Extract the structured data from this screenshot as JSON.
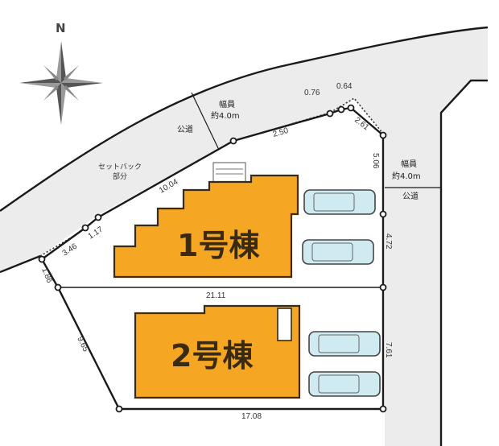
{
  "compass": {
    "north_label": "N"
  },
  "roads": {
    "north_road": {
      "width_label": "幅員",
      "width_value": "約4.0m",
      "type_label": "公道"
    },
    "east_road": {
      "width_label": "幅員",
      "width_value": "約4.0m",
      "type_label": "公道"
    }
  },
  "setback": {
    "line1": "セットバック",
    "line2": "部分"
  },
  "buildings": [
    {
      "label": "1号棟",
      "color": "#f5a623"
    },
    {
      "label": "2号棟",
      "color": "#f5a623"
    }
  ],
  "dimensions": {
    "north_edge_a": "3.46",
    "north_edge_b": "1.17",
    "north_edge_c": "10.04",
    "north_edge_d": "2.50",
    "corner_a": "0.76",
    "corner_b": "0.64",
    "corner_c": "2.61",
    "east_edge_a": "5.06",
    "east_edge_b": "4.72",
    "east_edge_c": "7.61",
    "west_edge_a": "1.86",
    "west_edge_b": "9.65",
    "divider": "21.11",
    "south_edge": "17.08"
  },
  "parking": {
    "spaces_lot1": 2,
    "spaces_lot2": 2,
    "car_color": "#cfeaf0"
  },
  "colors": {
    "road_fill": "#ececec",
    "building_fill": "#f5a623",
    "building_outline": "#3b2a10",
    "line": "#1a1a1a"
  }
}
